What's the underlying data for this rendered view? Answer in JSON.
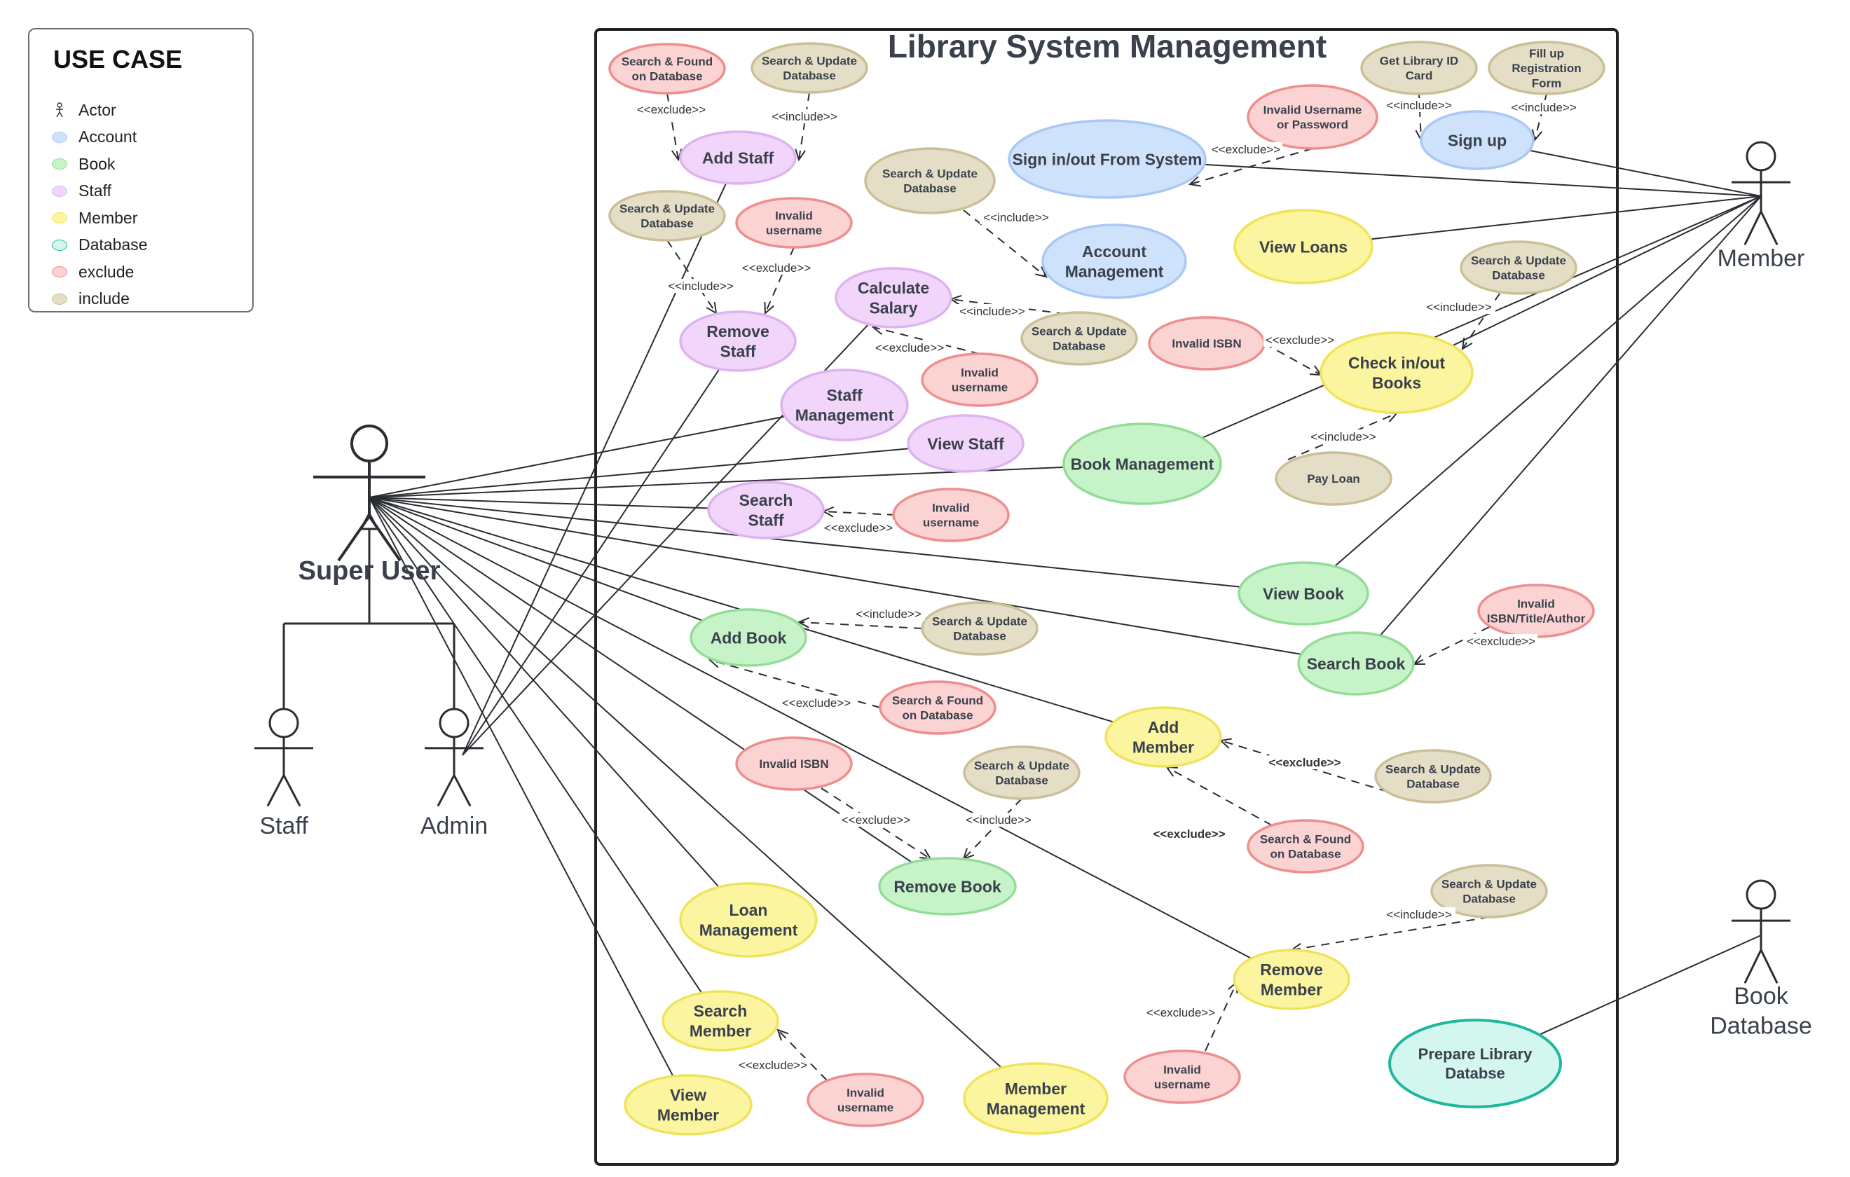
{
  "title": "Library System Management",
  "legend": {
    "title": "USE CASE",
    "items": [
      {
        "label": "Actor",
        "type": "actor"
      },
      {
        "label": "Account",
        "fill": "#cfe2fb",
        "stroke": "#a9c9f4"
      },
      {
        "label": "Book",
        "fill": "#c7f3c8",
        "stroke": "#93dd96"
      },
      {
        "label": "Staff",
        "fill": "#f1d5fb",
        "stroke": "#deb3f0"
      },
      {
        "label": "Member",
        "fill": "#fbf5a0",
        "stroke": "#f0e35c"
      },
      {
        "label": "Database",
        "fill": "#d3f6ef",
        "stroke": "#28b9a3"
      },
      {
        "label": "exclude",
        "fill": "#fbd3d3",
        "stroke": "#ee8e8e"
      },
      {
        "label": "include",
        "fill": "#e5dec7",
        "stroke": "#cbbf97"
      }
    ]
  },
  "colors": {
    "staff": {
      "fill": "#f1d5fb",
      "stroke": "#deb3f0"
    },
    "account": {
      "fill": "#cfe2fb",
      "stroke": "#a9c9f4"
    },
    "book": {
      "fill": "#c7f3c8",
      "stroke": "#93dd96"
    },
    "member": {
      "fill": "#fbf5a0",
      "stroke": "#f0e35c"
    },
    "database": {
      "fill": "#d3f6ef",
      "stroke": "#1fb89f"
    },
    "exclude": {
      "fill": "#fbd3d3",
      "stroke": "#ee8e8e"
    },
    "include": {
      "fill": "#e5dec7",
      "stroke": "#cbbf97"
    }
  },
  "actors": [
    {
      "id": "super-user",
      "label": [
        "Super User"
      ],
      "bold": true
    },
    {
      "id": "staff",
      "label": [
        "Staff"
      ]
    },
    {
      "id": "admin",
      "label": [
        "Admin"
      ]
    },
    {
      "id": "member",
      "label": [
        "Member"
      ]
    },
    {
      "id": "book-database",
      "label": [
        "Book",
        "Database"
      ]
    }
  ],
  "use_cases": [
    {
      "id": "add-staff",
      "lines": [
        "Add Staff"
      ],
      "kind": "staff"
    },
    {
      "id": "remove-staff",
      "lines": [
        "Remove",
        "Staff"
      ],
      "kind": "staff"
    },
    {
      "id": "calculate-salary",
      "lines": [
        "Calculate",
        "Salary"
      ],
      "kind": "staff"
    },
    {
      "id": "staff-management",
      "lines": [
        "Staff",
        "Management"
      ],
      "kind": "staff"
    },
    {
      "id": "view-staff",
      "lines": [
        "View Staff"
      ],
      "kind": "staff"
    },
    {
      "id": "search-staff",
      "lines": [
        "Search",
        "Staff"
      ],
      "kind": "staff"
    },
    {
      "id": "sign-in-out",
      "lines": [
        "Sign in/out From System"
      ],
      "kind": "account"
    },
    {
      "id": "account-management",
      "lines": [
        "Account",
        "Management"
      ],
      "kind": "account"
    },
    {
      "id": "sign-up",
      "lines": [
        "Sign up"
      ],
      "kind": "account"
    },
    {
      "id": "view-loans",
      "lines": [
        "View Loans"
      ],
      "kind": "member"
    },
    {
      "id": "check-in-out-books",
      "lines": [
        "Check in/out",
        "Books"
      ],
      "kind": "member"
    },
    {
      "id": "book-management",
      "lines": [
        "Book Management"
      ],
      "kind": "book"
    },
    {
      "id": "view-book",
      "lines": [
        "View Book"
      ],
      "kind": "book"
    },
    {
      "id": "search-book",
      "lines": [
        "Search Book"
      ],
      "kind": "book"
    },
    {
      "id": "add-book",
      "lines": [
        "Add Book"
      ],
      "kind": "book"
    },
    {
      "id": "remove-book",
      "lines": [
        "Remove Book"
      ],
      "kind": "book"
    },
    {
      "id": "add-member",
      "lines": [
        "Add",
        "Member"
      ],
      "kind": "member"
    },
    {
      "id": "remove-member",
      "lines": [
        "Remove",
        "Member"
      ],
      "kind": "member"
    },
    {
      "id": "loan-management",
      "lines": [
        "Loan",
        "Management"
      ],
      "kind": "member"
    },
    {
      "id": "search-member",
      "lines": [
        "Search",
        "Member"
      ],
      "kind": "member"
    },
    {
      "id": "view-member",
      "lines": [
        "View",
        "Member"
      ],
      "kind": "member"
    },
    {
      "id": "member-management",
      "lines": [
        "Member",
        "Management"
      ],
      "kind": "member"
    },
    {
      "id": "prepare-library-database",
      "lines": [
        "Prepare Library",
        "Databse"
      ],
      "kind": "database"
    }
  ],
  "notes": [
    {
      "id": "n1",
      "lines": [
        "Search & Found",
        "on Database"
      ],
      "kind": "exclude"
    },
    {
      "id": "n2",
      "lines": [
        "Search & Update",
        "Database"
      ],
      "kind": "include"
    },
    {
      "id": "n3",
      "lines": [
        "Search & Update",
        "Database"
      ],
      "kind": "include"
    },
    {
      "id": "n4",
      "lines": [
        "Invalid",
        "username"
      ],
      "kind": "exclude"
    },
    {
      "id": "n5",
      "lines": [
        "Search & Update",
        "Database"
      ],
      "kind": "include"
    },
    {
      "id": "n6",
      "lines": [
        "Search & Update",
        "Database"
      ],
      "kind": "include"
    },
    {
      "id": "n7",
      "lines": [
        "Invalid",
        "username"
      ],
      "kind": "exclude"
    },
    {
      "id": "n8",
      "lines": [
        "Invalid",
        "username"
      ],
      "kind": "exclude"
    },
    {
      "id": "n9",
      "lines": [
        "Invalid Username",
        "or Password"
      ],
      "kind": "exclude"
    },
    {
      "id": "n10",
      "lines": [
        "Get Library ID",
        "Card"
      ],
      "kind": "include"
    },
    {
      "id": "n11",
      "lines": [
        "Fill up",
        "Registration",
        "Form"
      ],
      "kind": "include"
    },
    {
      "id": "n12",
      "lines": [
        "Search & Update",
        "Database"
      ],
      "kind": "include"
    },
    {
      "id": "n13",
      "lines": [
        "Invalid ISBN"
      ],
      "kind": "exclude"
    },
    {
      "id": "n14",
      "lines": [
        "Pay Loan"
      ],
      "kind": "include"
    },
    {
      "id": "n15",
      "lines": [
        "Search & Update",
        "Database"
      ],
      "kind": "include"
    },
    {
      "id": "n16",
      "lines": [
        "Search & Found",
        "on Database"
      ],
      "kind": "exclude"
    },
    {
      "id": "n17",
      "lines": [
        "Invalid",
        "ISBN/Title/Author"
      ],
      "kind": "exclude"
    },
    {
      "id": "n18",
      "lines": [
        "Invalid ISBN"
      ],
      "kind": "exclude"
    },
    {
      "id": "n19",
      "lines": [
        "Search & Update",
        "Database"
      ],
      "kind": "include"
    },
    {
      "id": "n20",
      "lines": [
        "Search & Update",
        "Database"
      ],
      "kind": "include"
    },
    {
      "id": "n21",
      "lines": [
        "Search & Found",
        "on Database"
      ],
      "kind": "exclude"
    },
    {
      "id": "n22",
      "lines": [
        "Search & Update",
        "Database"
      ],
      "kind": "include"
    },
    {
      "id": "n23",
      "lines": [
        "Invalid",
        "username"
      ],
      "kind": "exclude"
    },
    {
      "id": "n24",
      "lines": [
        "Invalid",
        "username"
      ],
      "kind": "exclude"
    }
  ],
  "relationships": [
    {
      "from": "n1",
      "to": "add-staff",
      "label": "<<exclude>>"
    },
    {
      "from": "n2",
      "to": "add-staff",
      "label": "<<include>>"
    },
    {
      "from": "n3",
      "to": "remove-staff",
      "label": "<<include>>"
    },
    {
      "from": "n4",
      "to": "remove-staff",
      "label": "<<exclude>>"
    },
    {
      "from": "n5",
      "to": "account-management",
      "label": "<<include>>"
    },
    {
      "from": "n6",
      "to": "calculate-salary",
      "label": "<<include>>"
    },
    {
      "from": "n7",
      "to": "calculate-salary",
      "label": "<<exclude>>"
    },
    {
      "from": "n8",
      "to": "search-staff",
      "label": "<<exclude>>"
    },
    {
      "from": "n9",
      "to": "sign-in-out",
      "label": "<<exclude>>"
    },
    {
      "from": "n10",
      "to": "sign-up",
      "label": "<<include>>"
    },
    {
      "from": "n11",
      "to": "sign-up",
      "label": "<<include>>"
    },
    {
      "from": "n12",
      "to": "check-in-out-books",
      "label": "<<include>>"
    },
    {
      "from": "n13",
      "to": "check-in-out-books",
      "label": "<<exclude>>"
    },
    {
      "from": "n14",
      "to": "check-in-out-books",
      "label": "<<include>>"
    },
    {
      "from": "n15",
      "to": "add-book",
      "label": "<<include>>"
    },
    {
      "from": "n16",
      "to": "add-book",
      "label": "<<exclude>>"
    },
    {
      "from": "n17",
      "to": "search-book",
      "label": "<<exclude>>"
    },
    {
      "from": "n18",
      "to": "remove-book",
      "label": "<<exclude>>"
    },
    {
      "from": "n19",
      "to": "remove-book",
      "label": "<<include>>"
    },
    {
      "from": "n20",
      "to": "add-member",
      "label": "<<exclude>>"
    },
    {
      "from": "n21",
      "to": "add-member",
      "label": "<<exclude>>"
    },
    {
      "from": "n22",
      "to": "remove-member",
      "label": "<<include>>"
    },
    {
      "from": "n23",
      "to": "remove-member",
      "label": "<<exclude>>"
    },
    {
      "from": "n24",
      "to": "search-member",
      "label": "<<exclude>>"
    }
  ],
  "associations": [
    {
      "actor": "super-user",
      "to": "staff-management"
    },
    {
      "actor": "super-user",
      "to": "view-staff"
    },
    {
      "actor": "super-user",
      "to": "book-management"
    },
    {
      "actor": "super-user",
      "to": "search-staff"
    },
    {
      "actor": "super-user",
      "to": "view-book"
    },
    {
      "actor": "super-user",
      "to": "search-book"
    },
    {
      "actor": "super-user",
      "to": "add-book"
    },
    {
      "actor": "super-user",
      "to": "add-member"
    },
    {
      "actor": "super-user",
      "to": "remove-member"
    },
    {
      "actor": "super-user",
      "to": "remove-book"
    },
    {
      "actor": "super-user",
      "to": "loan-management"
    },
    {
      "actor": "super-user",
      "to": "search-member"
    },
    {
      "actor": "super-user",
      "to": "view-member"
    },
    {
      "actor": "super-user",
      "to": "member-management"
    },
    {
      "actor": "admin",
      "to": "add-staff"
    },
    {
      "actor": "admin",
      "to": "remove-staff"
    },
    {
      "actor": "admin",
      "to": "calculate-salary"
    },
    {
      "actor": "member",
      "to": "sign-in-out"
    },
    {
      "actor": "member",
      "to": "sign-up"
    },
    {
      "actor": "member",
      "to": "view-loans"
    },
    {
      "actor": "member",
      "to": "check-in-out-books"
    },
    {
      "actor": "member",
      "to": "book-management"
    },
    {
      "actor": "member",
      "to": "view-book"
    },
    {
      "actor": "member",
      "to": "search-book"
    },
    {
      "actor": "book-database",
      "to": "prepare-library-database"
    }
  ],
  "generalizations": [
    {
      "child": "staff",
      "parent": "super-user"
    },
    {
      "child": "admin",
      "parent": "super-user"
    }
  ]
}
